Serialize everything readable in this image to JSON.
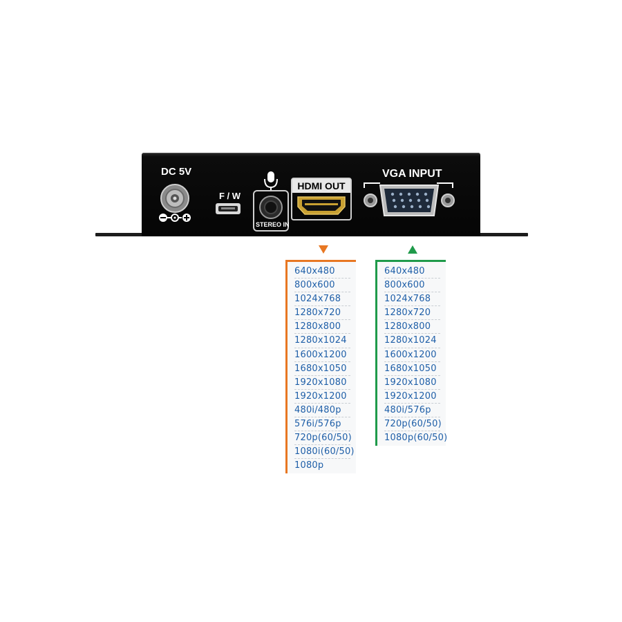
{
  "device": {
    "dc_label": "DC 5V",
    "fw_label": "F / W",
    "stereo_label": "STEREO IN",
    "hdmi_label": "HDMI OUT",
    "vga_label": "VGA INPUT",
    "colors": {
      "hdmi_accent": "#e87722",
      "vga_accent": "#1f9a4a",
      "text_blue": "#1f5fa8"
    }
  },
  "hdmi_output_resolutions": [
    "640x480",
    "800x600",
    "1024x768",
    "1280x720",
    "1280x800",
    "1280x1024",
    "1600x1200",
    "1680x1050",
    "1920x1080",
    "1920x1200",
    "480i/480p",
    "576i/576p",
    "720p(60/50)",
    "1080i(60/50)",
    "1080p"
  ],
  "vga_input_resolutions": [
    "640x480",
    "800x600",
    "1024x768",
    "1280x720",
    "1280x800",
    "1280x1024",
    "1600x1200",
    "1680x1050",
    "1920x1080",
    "1920x1200",
    "480i/576p",
    "720p(60/50)",
    "1080p(60/50)"
  ]
}
